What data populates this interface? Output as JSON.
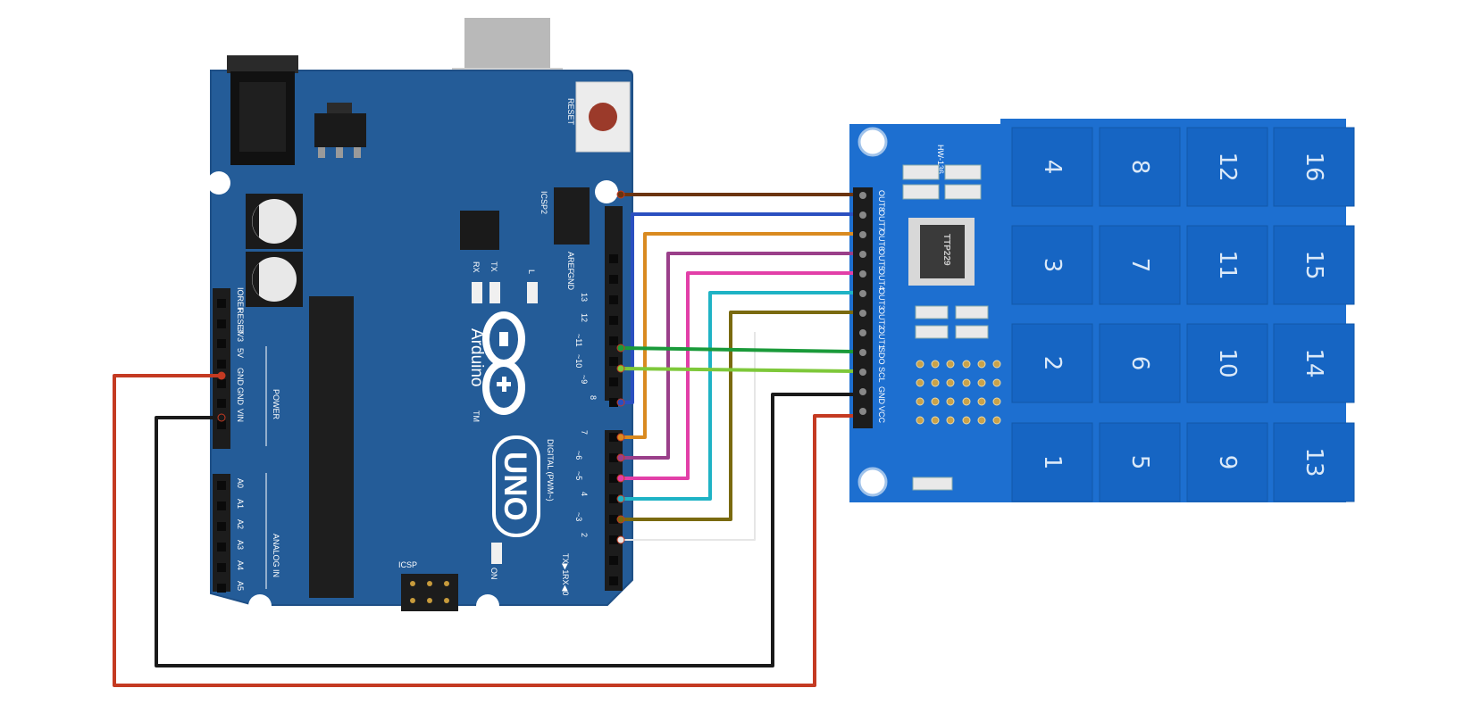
{
  "colors": {
    "board": "#245c98",
    "board_edge": "#1e4f86",
    "keypad_board": "#1d6fd0",
    "key": "#1665c3",
    "header": "#1c1c1c",
    "wire_red": "#c43a22",
    "wire_black": "#1a1a1a"
  },
  "arduino": {
    "reset_label": "RESET",
    "icsp2_label": "ICSP2",
    "icsp_label": "ICSP",
    "brand": "Arduino",
    "model": "UNO",
    "tm": "TM",
    "digital_label": "DIGITAL (PWM~)",
    "on_label": "ON",
    "power_label": "POWER",
    "analog_label": "ANALOG IN",
    "led_tx": "TX",
    "led_rx": "RX",
    "led_l": "L",
    "left_pins": [
      "IOREF",
      "RESET",
      "3V3",
      "5V",
      "GND",
      "GND",
      "VIN"
    ],
    "analog_pins": [
      "A0",
      "A1",
      "A2",
      "A3",
      "A4",
      "A5"
    ],
    "digital_pins": [
      "AREF",
      "GND",
      "13",
      "12",
      "~11",
      "~10",
      "~9",
      "8",
      "7",
      "~6",
      "~5",
      "4",
      "~3",
      "2",
      "TX▶1",
      "RX◀0"
    ]
  },
  "keypad": {
    "pins": [
      "OUT8",
      "OUT7",
      "OUT6",
      "OUT5",
      "OUT4",
      "OUT3",
      "OUT2",
      "OUT1",
      "SDO",
      "SCL",
      "GND",
      "VCC"
    ],
    "ic_label": "TTP229",
    "model": "HW-136",
    "keys": [
      [
        "4",
        "8",
        "12",
        "16"
      ],
      [
        "3",
        "7",
        "11",
        "15"
      ],
      [
        "2",
        "6",
        "10",
        "14"
      ],
      [
        "1",
        "5",
        "9",
        "13"
      ]
    ]
  }
}
